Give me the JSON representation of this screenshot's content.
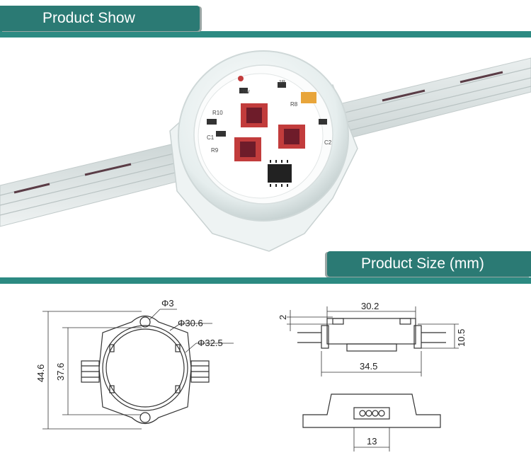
{
  "sections": {
    "product_show_title": "Product Show",
    "product_size_title": "Product Size (mm)"
  },
  "pcb": {
    "labels": [
      "R10",
      "R9",
      "R8",
      "C1",
      "C2",
      "1W",
      "1R"
    ]
  },
  "dimensions": {
    "hole_diameter": "Φ3",
    "inner_diameter": "Φ30.6",
    "outer_diameter": "Φ32.5",
    "total_height": "44.6",
    "hole_spacing": "37.6",
    "top_width": "30.2",
    "bottom_width": "34.5",
    "top_offset": "2",
    "side_height": "10.5",
    "connector_width": "13"
  },
  "colors": {
    "accent": "#2c8a82",
    "tab": "#2b7a74"
  }
}
